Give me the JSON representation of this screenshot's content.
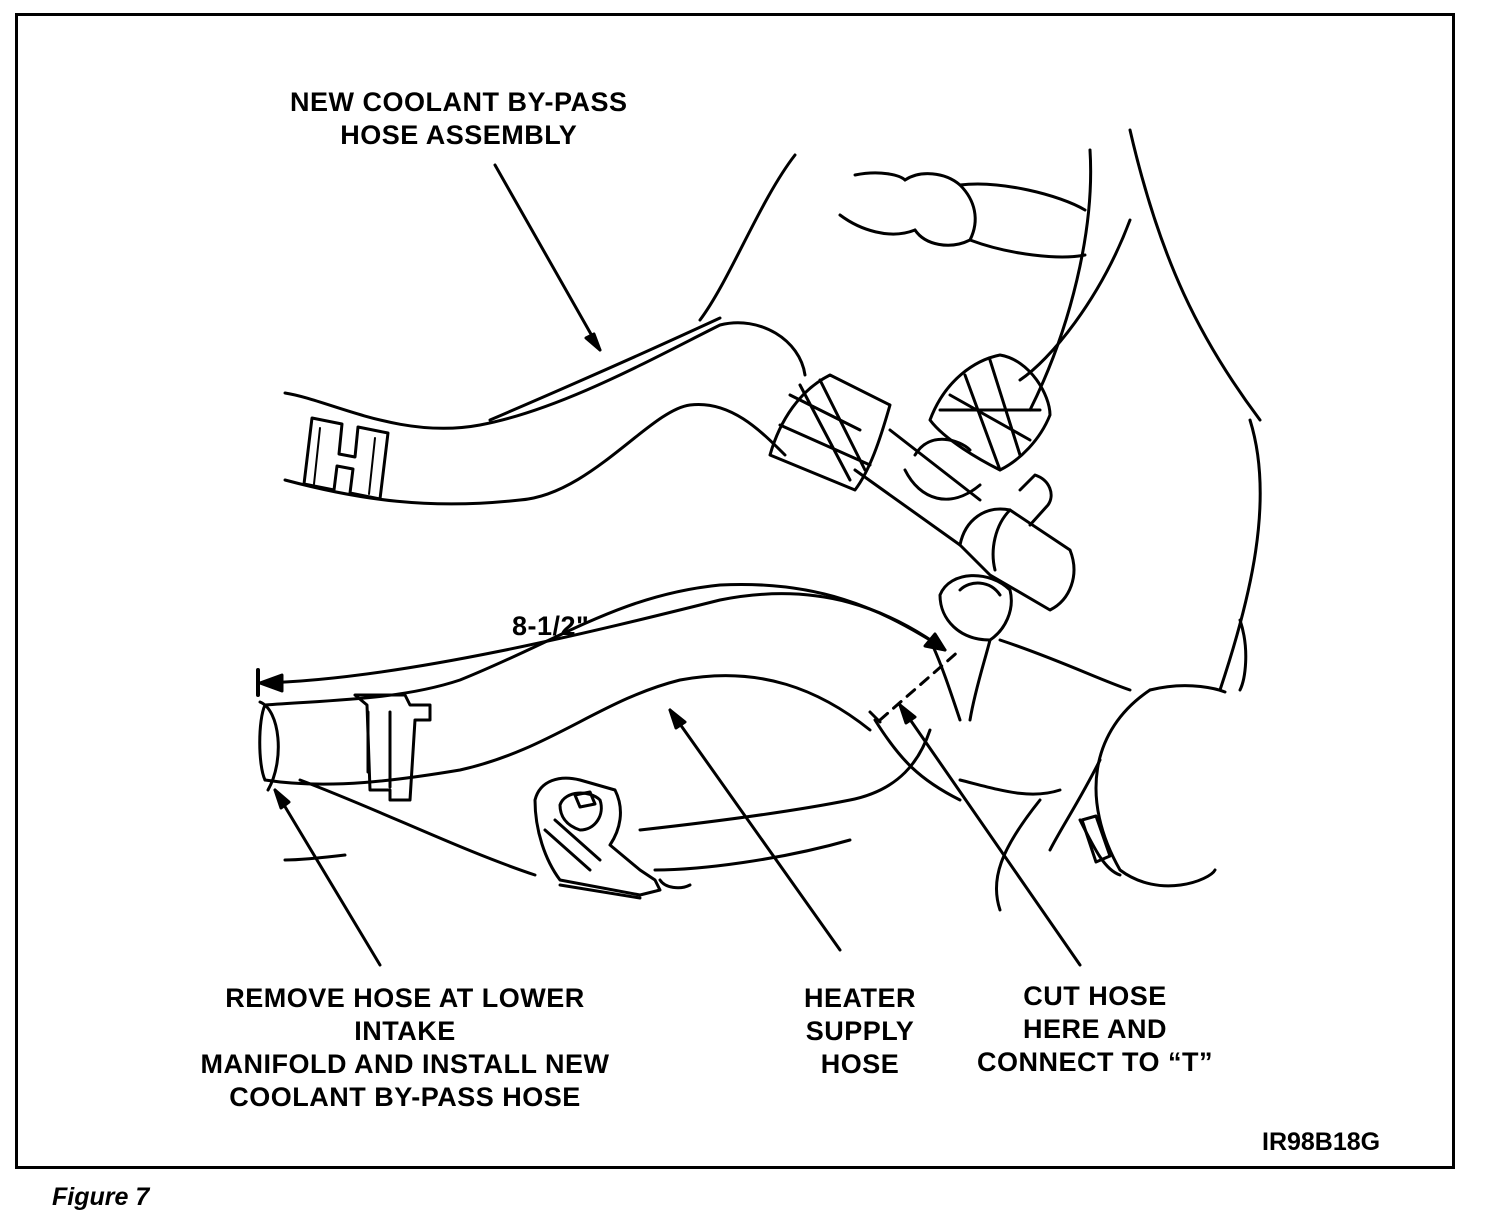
{
  "labels": {
    "new_hose": [
      "NEW COOLANT BY-PASS",
      "HOSE ASSEMBLY"
    ],
    "remove_hose": [
      "REMOVE HOSE AT LOWER",
      "INTAKE",
      "MANIFOLD AND INSTALL NEW",
      "COOLANT BY-PASS HOSE"
    ],
    "heater_supply": [
      "HEATER",
      "SUPPLY",
      "HOSE"
    ],
    "cut_hose": [
      "CUT HOSE",
      "HERE AND",
      "CONNECT TO “T”"
    ],
    "dimension": "8-1/2\"",
    "part_code": "IR98B18G"
  },
  "caption": "Figure 7"
}
